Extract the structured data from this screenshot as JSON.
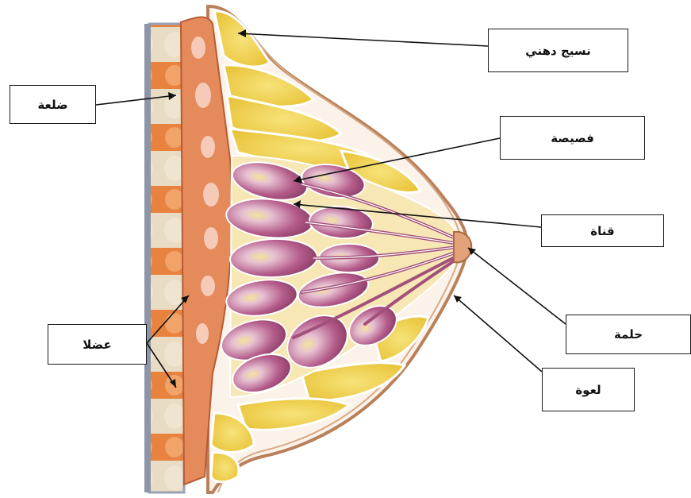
{
  "diagram": {
    "labels": {
      "fat": "نسيج دهني",
      "lobule": "فصيصة",
      "duct": "قناة",
      "nipple": "حلمة",
      "areola": "لعوة",
      "rib": "ضلعة",
      "muscle": "عضلا"
    },
    "colors": {
      "fat": "#f2d449",
      "lobule": "#b8648f",
      "lobule_light": "#e9c8d6",
      "muscle": "#e07a4f",
      "skin": "#c9926a",
      "bone": "#e8d8c0"
    }
  }
}
